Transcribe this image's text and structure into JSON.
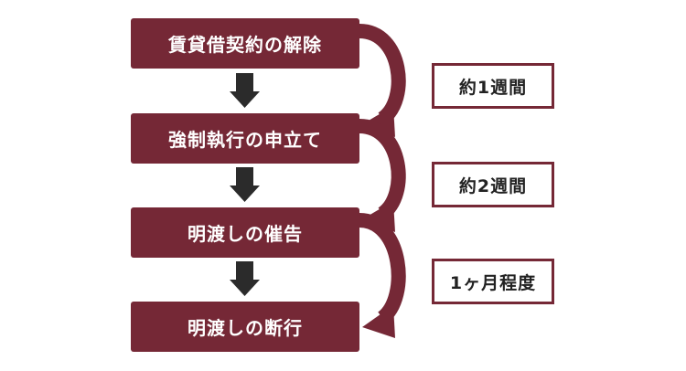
{
  "colors": {
    "box": "#752836",
    "arrow_down": "#2b2b2b",
    "duration_border": "#752836",
    "duration_text": "#222222"
  },
  "steps": [
    {
      "label": "賃貸借契約の解除"
    },
    {
      "label": "強制執行の申立て"
    },
    {
      "label": "明渡しの催告"
    },
    {
      "label": "明渡しの断行"
    }
  ],
  "durations": [
    {
      "label": "約1週間"
    },
    {
      "label": "約2週間"
    },
    {
      "label": "1ヶ月程度"
    }
  ]
}
